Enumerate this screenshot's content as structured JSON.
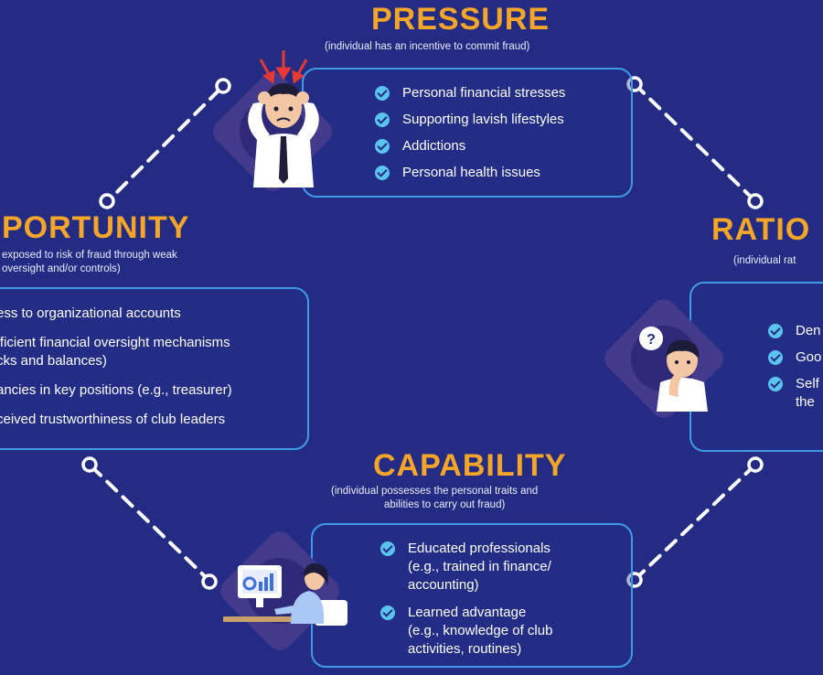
{
  "colors": {
    "background": "#232c82",
    "heading": "#f5a628",
    "box_border": "#3f9be8",
    "check": "#5ac3ee",
    "connector": "#ffffff",
    "diamond": "#433a8c"
  },
  "pressure": {
    "title": "PRESSURE",
    "subtitle": "(individual has an incentive to commit fraud)",
    "items": [
      "Personal financial stresses",
      "Supporting lavish lifestyles",
      "Addictions",
      "Personal health issues"
    ],
    "icon": "stressed-person-icon"
  },
  "opportunity": {
    "title": "PORTUNITY",
    "subtitle_lines": [
      "exposed to risk of fraud through weak",
      "oversight and/or controls)"
    ],
    "items": [
      "ess to organizational accounts",
      "fficient financial oversight mechanisms\ncks and balances)",
      "ancies in key positions (e.g., treasurer)",
      "ceived trustworthiness of club leaders"
    ]
  },
  "rationalization": {
    "title": "RATIO",
    "subtitle": "(individual rat",
    "items": [
      "Den",
      "Goo",
      "Self\nthe"
    ],
    "icon": "thinking-person-icon"
  },
  "capability": {
    "title": "CAPABILITY",
    "subtitle_lines": [
      "(individual possesses the personal traits and",
      "abilities to carry out fraud)"
    ],
    "items": [
      "Educated professionals\n(e.g., trained in finance/\naccounting)",
      "Learned advantage\n(e.g., knowledge of club\nactivities, routines)"
    ],
    "icon": "person-at-computer-icon"
  }
}
